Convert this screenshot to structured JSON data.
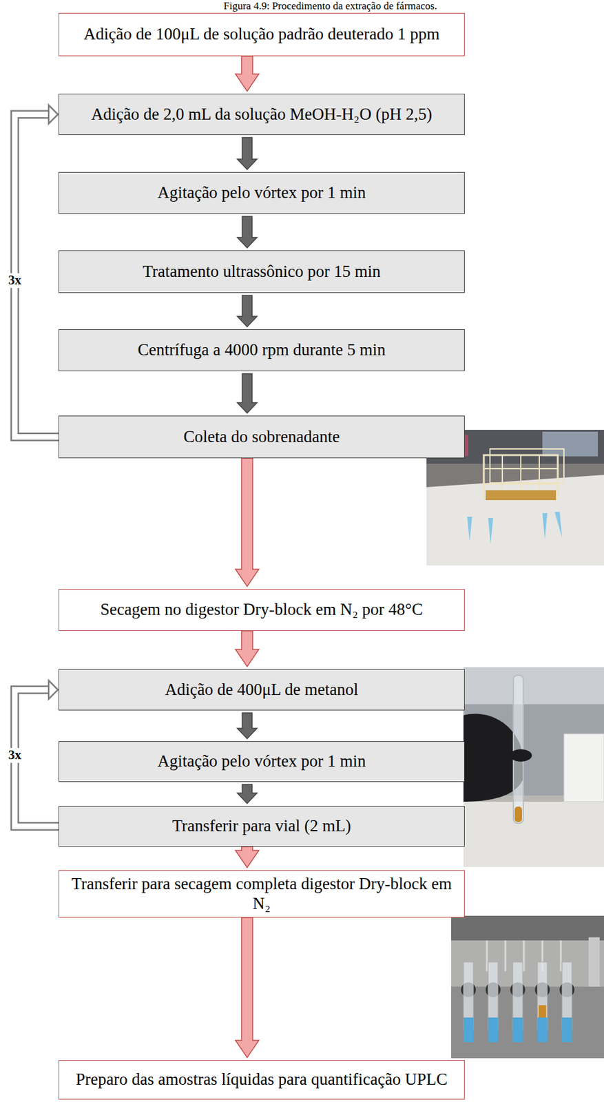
{
  "diagram": {
    "title": "Figura 4.9: Procedimento da extração de fármacos.",
    "nodes": [
      {
        "text": [
          "Adição de 100μL de solução padrão deuterado 1 ppm"
        ]
      },
      {
        "text": [
          "Adição de 2,0 mL da solução MeOH-H₂O (pH 2,5)"
        ]
      },
      {
        "text": [
          "Agitação pelo vórtex por 1 min"
        ]
      },
      {
        "text": [
          "Tratamento ultrassônico por 15 min"
        ]
      },
      {
        "text": [
          "Centrífuga a 4000 rpm durante 5 min"
        ]
      },
      {
        "text": [
          "Coleta do sobrenadante"
        ]
      },
      {
        "text": [
          "Secagem no digestor Dry-block em N₂ por 48°C"
        ]
      },
      {
        "text": [
          "Adição de 400μL de metanol"
        ]
      },
      {
        "text": [
          "Agitação pelo vórtex por 1 min"
        ]
      },
      {
        "text": [
          "Transferir para vial (2 mL)"
        ]
      },
      {
        "text": [
          "Transferir para secagem completa digestor Dry-block em N₂"
        ]
      },
      {
        "text": [
          "Preparo das amostras líquidas para quantificação UPLC"
        ]
      }
    ],
    "edges": [
      {
        "from": 0,
        "to": 1,
        "arrow": "to"
      },
      {
        "from": 1,
        "to": 2,
        "arrow": "to"
      },
      {
        "from": 2,
        "to": 3,
        "arrow": "to"
      },
      {
        "from": 3,
        "to": 4,
        "arrow": "to"
      },
      {
        "from": 4,
        "to": 5,
        "arrow": "to"
      },
      {
        "from": 5,
        "to": 1,
        "label": "3x",
        "arrow": "to"
      },
      {
        "from": 5,
        "to": 6,
        "arrow": "to"
      },
      {
        "from": 6,
        "to": 7,
        "arrow": "to"
      },
      {
        "from": 7,
        "to": 8,
        "arrow": "to"
      },
      {
        "from": 8,
        "to": 9,
        "arrow": "to"
      },
      {
        "from": 9,
        "to": 7,
        "label": "3x",
        "arrow": "to"
      },
      {
        "from": 9,
        "to": 10,
        "arrow": "to"
      },
      {
        "from": 10,
        "to": 11,
        "arrow": "to"
      }
    ]
  }
}
